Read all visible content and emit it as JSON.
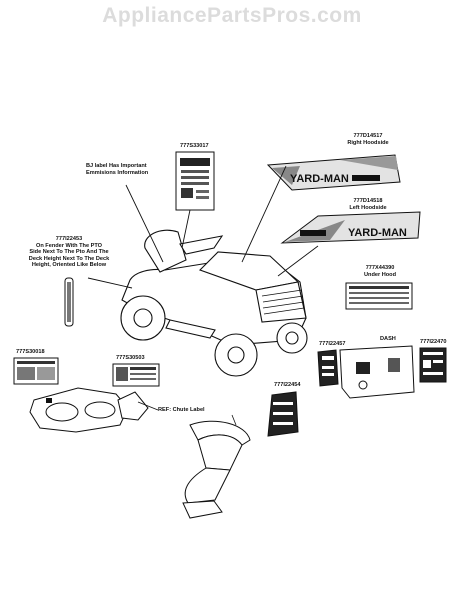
{
  "watermark": "AppliancePartsPros.com",
  "labels": {
    "bj": {
      "part": "777S33017",
      "desc": [
        "BJ label Has Important",
        "Emmisions Information"
      ]
    },
    "right_hood": {
      "part": "777D14517",
      "desc": "Right Hoodside",
      "brand": "YARD-MAN"
    },
    "left_hood": {
      "part": "777D14518",
      "desc": "Left Hoodside",
      "brand": "YARD-MAN"
    },
    "fender": {
      "part": "777I22453",
      "desc": [
        "On Fender With The PTO",
        "Side Next To The Pto And The",
        "Deck Height Next To The Deck",
        "Height, Oriented Like Below"
      ]
    },
    "under_hood": {
      "part": "777X44390",
      "desc": "Under Hood"
    },
    "deck": {
      "part": "777S30018"
    },
    "chute_warn": {
      "part": "777S30503"
    },
    "chute_ref": {
      "desc": "REF: Chute Label"
    },
    "i457": {
      "part": "777I22457"
    },
    "dash": {
      "desc": "DASH"
    },
    "i470": {
      "part": "777I22470"
    },
    "i454": {
      "part": "777I22454"
    }
  }
}
